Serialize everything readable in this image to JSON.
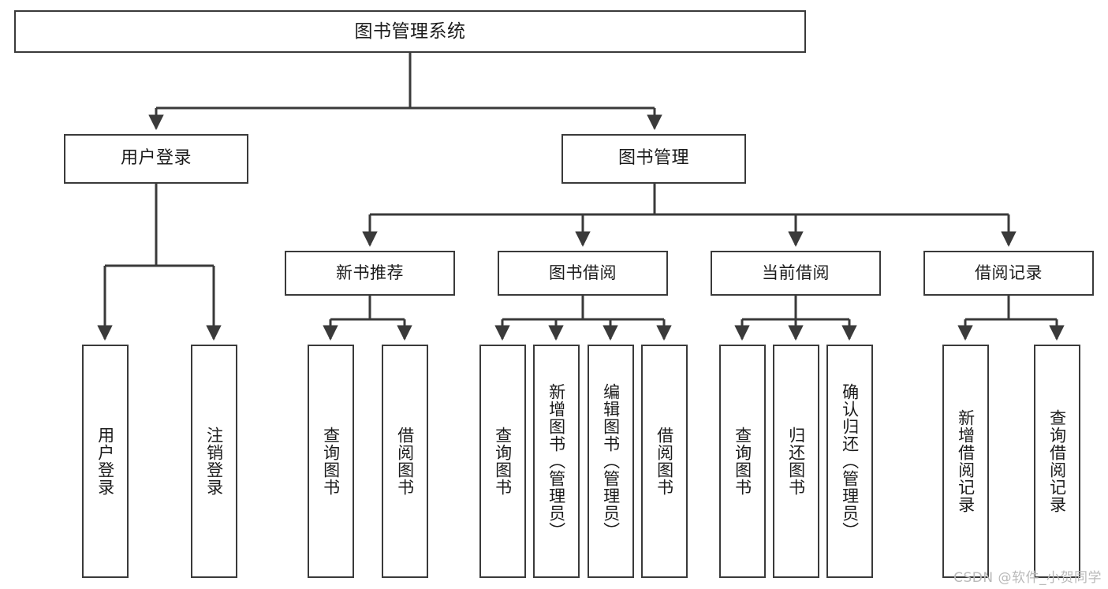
{
  "diagram": {
    "title": "图书管理系统",
    "type": "tree",
    "root": {
      "label": "图书管理系统"
    },
    "level2": [
      {
        "label": "用户登录"
      },
      {
        "label": "图书管理"
      }
    ],
    "level3": [
      {
        "label": "新书推荐"
      },
      {
        "label": "图书借阅"
      },
      {
        "label": "当前借阅"
      },
      {
        "label": "借阅记录"
      }
    ],
    "leaves": {
      "user_login": [
        {
          "label": "用户登录"
        },
        {
          "label": "注销登录"
        }
      ],
      "new_book_recommend": [
        {
          "label": "查询图书"
        },
        {
          "label": "借阅图书"
        }
      ],
      "book_borrow": [
        {
          "label": "查询图书"
        },
        {
          "label": "新增图书（管理员）"
        },
        {
          "label": "编辑图书（管理员）"
        },
        {
          "label": "借阅图书"
        }
      ],
      "current_borrow": [
        {
          "label": "查询图书"
        },
        {
          "label": "归还图书"
        },
        {
          "label": "确认归还（管理员）"
        }
      ],
      "borrow_record": [
        {
          "label": "新增借阅记录"
        },
        {
          "label": "查询借阅记录"
        }
      ]
    }
  },
  "watermark": {
    "text": "CSDN @软件_小贺同学"
  },
  "colors": {
    "stroke": "#3a3a3a",
    "background": "#ffffff",
    "text": "#1b1b1b",
    "watermark": "#b9b9b9"
  }
}
